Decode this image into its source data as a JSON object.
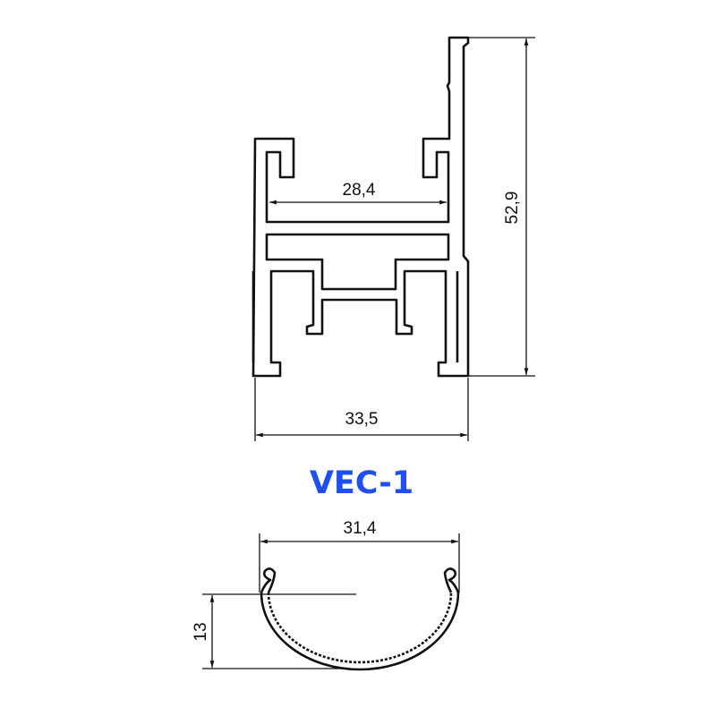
{
  "title": "VEC-1",
  "title_color": "#1f4ff2",
  "dimensions": {
    "inner_width": "28,4",
    "outer_width": "33,5",
    "height": "52,9",
    "diffuser_width": "31,4",
    "diffuser_height": "13"
  }
}
